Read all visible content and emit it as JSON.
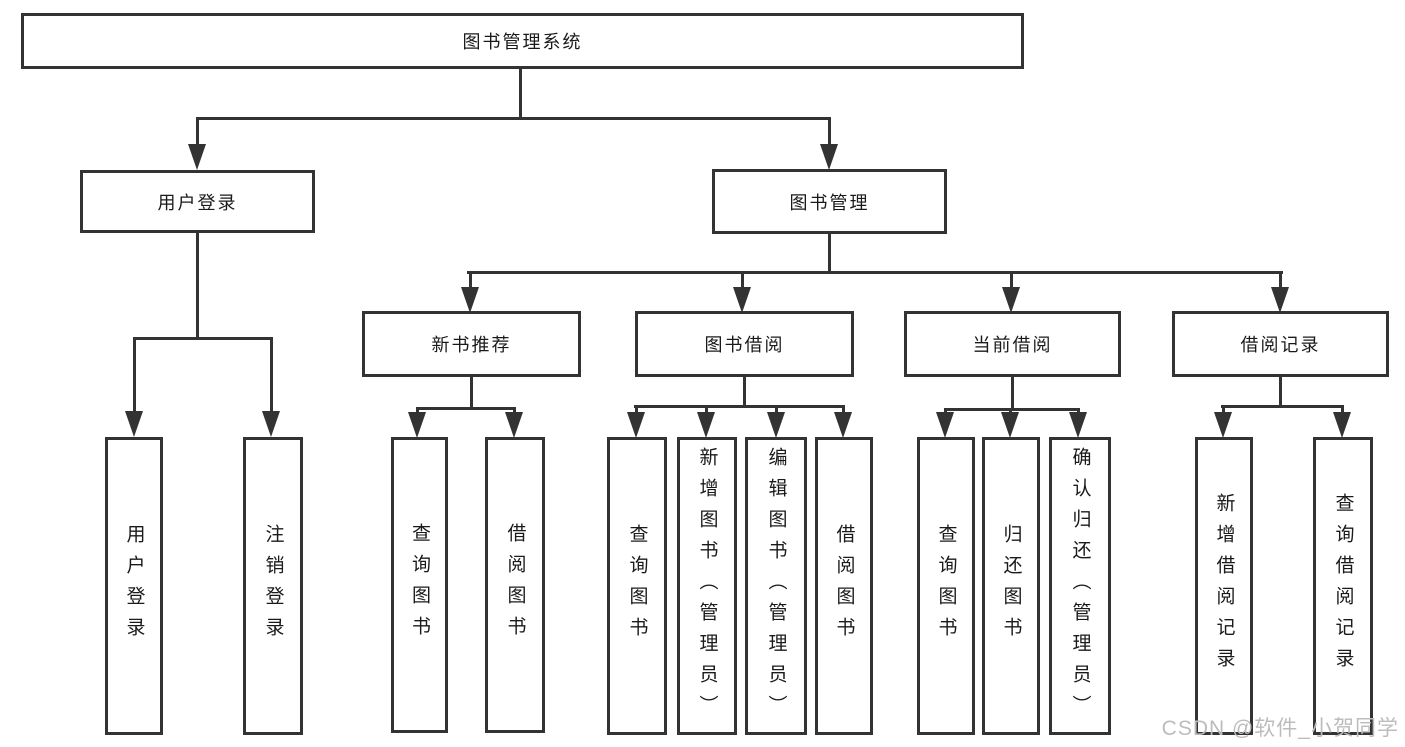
{
  "tree": {
    "root": {
      "label": "图书管理系统",
      "children": [
        {
          "label": "用户登录",
          "children": [
            {
              "label": "用户登录"
            },
            {
              "label": "注销登录"
            }
          ]
        },
        {
          "label": "图书管理",
          "children": [
            {
              "label": "新书推荐",
              "children": [
                {
                  "label": "查询图书"
                },
                {
                  "label": "借阅图书"
                }
              ]
            },
            {
              "label": "图书借阅",
              "children": [
                {
                  "label": "查询图书"
                },
                {
                  "label": "新增图书（管理员）"
                },
                {
                  "label": "编辑图书（管理员）"
                },
                {
                  "label": "借阅图书"
                }
              ]
            },
            {
              "label": "当前借阅",
              "children": [
                {
                  "label": "查询图书"
                },
                {
                  "label": "归还图书"
                },
                {
                  "label": "确认归还（管理员）"
                }
              ]
            },
            {
              "label": "借阅记录",
              "children": [
                {
                  "label": "新增借阅记录"
                },
                {
                  "label": "查询借阅记录"
                }
              ]
            }
          ]
        }
      ]
    }
  },
  "watermark": {
    "text": "CSDN @软件_小贺同学"
  },
  "colors": {
    "line": "#333333",
    "text": "#1a1a1a",
    "background": "#ffffff",
    "watermark": "#bcbcbc"
  }
}
